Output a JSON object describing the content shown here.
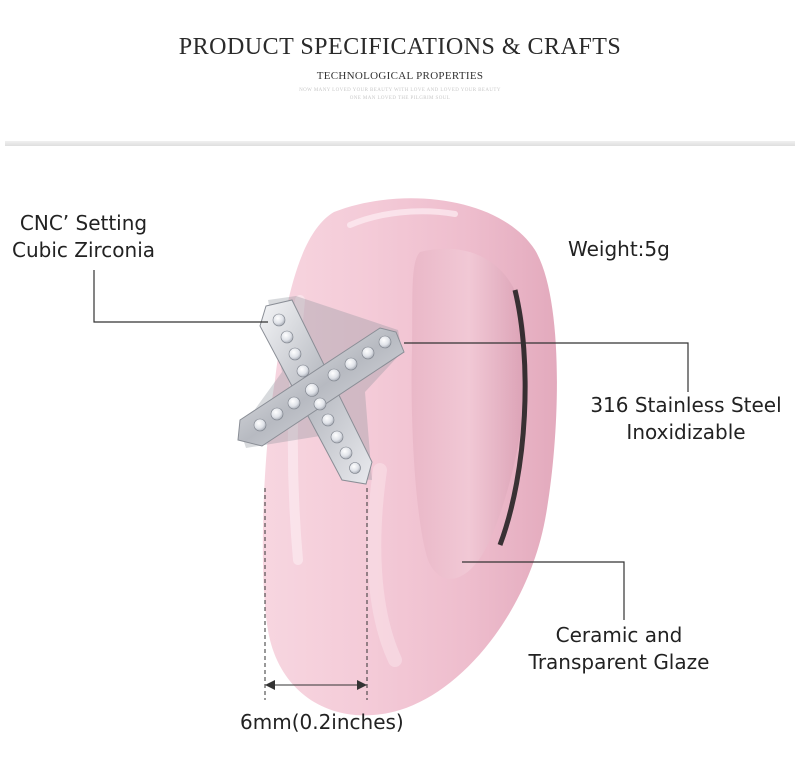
{
  "header": {
    "title": "PRODUCT SPECIFICATIONS & CRAFTS",
    "subtitle": "TECHNOLOGICAL PROPERTIES",
    "fine_print_1": "NOW MANY LOVED YOUR BEAUTY WITH LOVE AND LOVED YOUR BEAUTY",
    "fine_print_2": "ONE MAN LOVED THE PILGRIM SOUL"
  },
  "labels": {
    "setting_line1": "CNC’  Setting",
    "setting_line2": "Cubic Zirconia",
    "weight": "Weight:5g",
    "steel_line1": "316 Stainless Steel",
    "steel_line2": "Inoxidizable",
    "ceramic_line1": "Ceramic and",
    "ceramic_line2": "Transparent Glaze",
    "width": "6mm(0.2inches)"
  },
  "colors": {
    "ring_pink": "#f2c6d3",
    "ring_inner": "#e7b4c3",
    "metal": "#c9ccd2",
    "line": "#333333"
  }
}
